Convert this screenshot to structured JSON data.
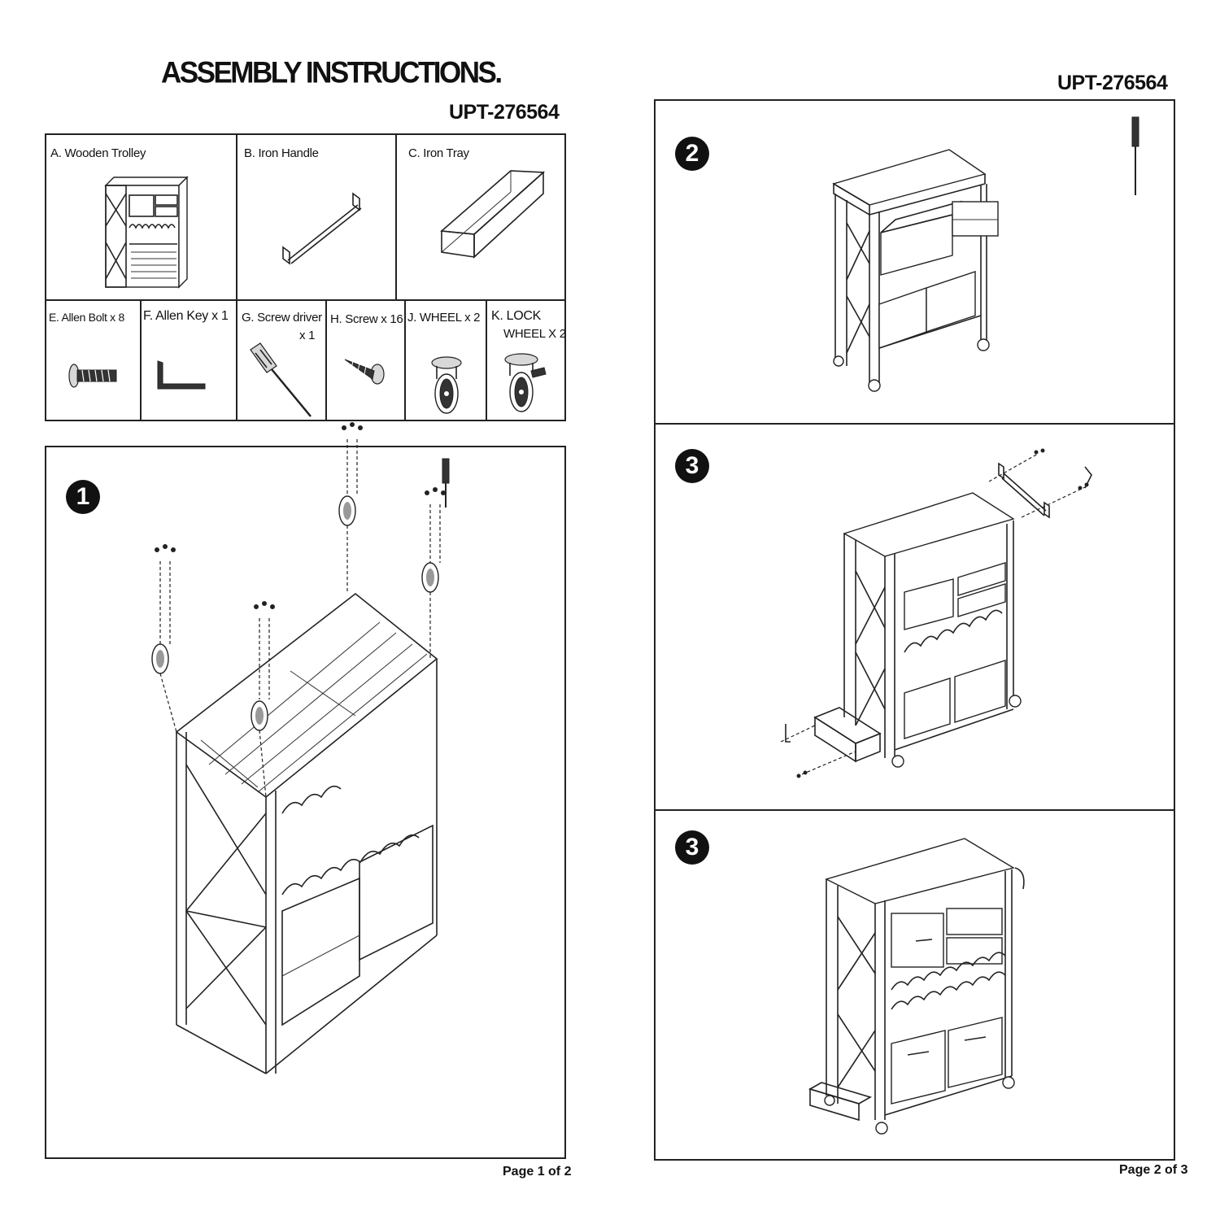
{
  "page1": {
    "title": "ASSEMBLY INSTRUCTIONS.",
    "model": "UPT-276564",
    "parts_top": [
      {
        "label": "A. Wooden Trolley",
        "icon": "wooden-trolley-icon"
      },
      {
        "label": "B. Iron Handle",
        "icon": "iron-handle-icon"
      },
      {
        "label": "C. Iron Tray",
        "icon": "iron-tray-icon"
      }
    ],
    "parts_bottom": [
      {
        "label": "E. Allen Bolt x 8",
        "icon": "allen-bolt-icon"
      },
      {
        "label": "F. Allen Key x 1",
        "icon": "allen-key-icon"
      },
      {
        "label": "G. Screw driver",
        "label2": "x 1",
        "icon": "screwdriver-icon"
      },
      {
        "label": "H. Screw x 16",
        "icon": "screw-icon"
      },
      {
        "label": "J. WHEEL x 2",
        "icon": "wheel-icon"
      },
      {
        "label": "K. LOCK",
        "label2": "WHEEL X 2",
        "icon": "lock-wheel-icon"
      }
    ],
    "step": "1",
    "page_number": "Page 1 of 2"
  },
  "page2": {
    "model": "UPT-276564",
    "steps": [
      "2",
      "3",
      "3"
    ],
    "page_number": "Page 2 of 3"
  }
}
